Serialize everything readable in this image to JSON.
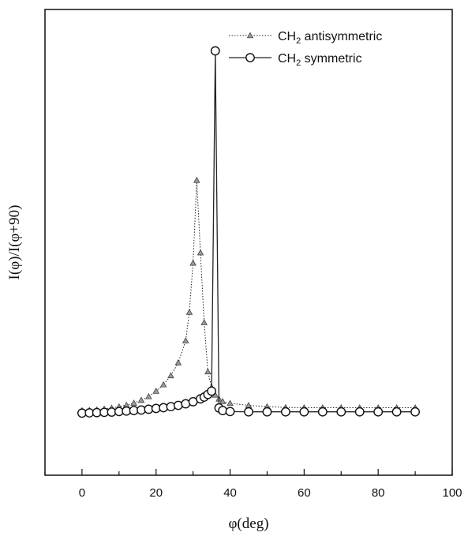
{
  "chart_data": {
    "type": "scatter",
    "xlabel": "φ(deg)",
    "ylabel": "I(φ)/I(φ+90)",
    "xlim": [
      -10,
      100
    ],
    "ylim": [
      -2.4,
      15.6
    ],
    "xticks": [
      0,
      20,
      40,
      60,
      80,
      100
    ],
    "yticks": [],
    "grid": false,
    "legend_position": "top-right",
    "series": [
      {
        "name": "CH2 antisymmetric",
        "legend_label": "CH",
        "legend_sub": "2",
        "legend_rest": " antisymmetric",
        "marker": "triangle",
        "line_style": "dotted",
        "x": [
          0,
          2,
          4,
          6,
          8,
          10,
          12,
          14,
          16,
          18,
          20,
          22,
          24,
          26,
          28,
          29,
          30,
          31,
          32,
          33,
          34,
          35,
          36,
          37,
          38,
          40,
          45,
          50,
          55,
          60,
          65,
          70,
          75,
          80,
          85,
          90
        ],
        "y": [
          0.1,
          0.11,
          0.13,
          0.16,
          0.2,
          0.25,
          0.31,
          0.39,
          0.5,
          0.64,
          0.85,
          1.1,
          1.45,
          1.95,
          2.8,
          3.9,
          5.8,
          9.0,
          6.2,
          3.5,
          1.6,
          1.0,
          0.7,
          0.55,
          0.45,
          0.38,
          0.3,
          0.25,
          0.22,
          0.21,
          0.21,
          0.21,
          0.21,
          0.21,
          0.21,
          0.21
        ]
      },
      {
        "name": "CH2 symmetric",
        "legend_label": "CH",
        "legend_sub": "2",
        "legend_rest": " symmetric",
        "marker": "circle",
        "line_style": "solid",
        "x": [
          0,
          2,
          4,
          6,
          8,
          10,
          12,
          14,
          16,
          18,
          20,
          22,
          24,
          26,
          28,
          30,
          32,
          33,
          34,
          35,
          36,
          37,
          38,
          40,
          45,
          50,
          55,
          60,
          65,
          70,
          75,
          80,
          85,
          90
        ],
        "y": [
          0,
          0.01,
          0.02,
          0.03,
          0.04,
          0.06,
          0.08,
          0.1,
          0.12,
          0.15,
          0.18,
          0.21,
          0.25,
          0.3,
          0.36,
          0.44,
          0.55,
          0.62,
          0.72,
          0.85,
          14.0,
          0.2,
          0.1,
          0.06,
          0.05,
          0.05,
          0.05,
          0.05,
          0.05,
          0.05,
          0.05,
          0.05,
          0.05,
          0.05
        ]
      }
    ]
  }
}
